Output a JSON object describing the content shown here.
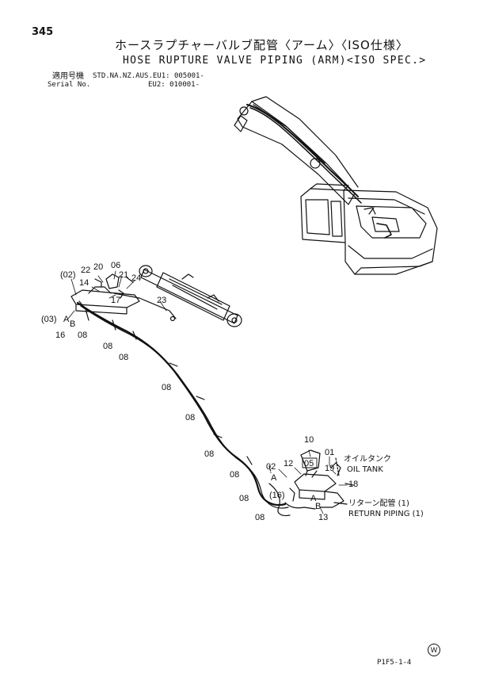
{
  "page": {
    "number": "345"
  },
  "title": {
    "japanese": "ホースラプチャーバルブ配管〈アーム〉〈ISO仕様〉",
    "english": "HOSE RUPTURE VALVE PIPING (ARM)<ISO SPEC.>"
  },
  "applicability": {
    "label_jp": "適用号機",
    "models": "STD.NA.NZ.AUS.EU1: 005001-",
    "serial_label": "Serial No.",
    "eu2": "EU2: 010001-"
  },
  "callouts": {
    "c02": "(02)",
    "c03": "(03)",
    "c22": "22",
    "c20": "20",
    "c06": "06",
    "c21": "21",
    "c24": "24",
    "c14": "14",
    "c17": "17",
    "c23": "23",
    "cA1": "A",
    "cB1": "B",
    "c16a": "16",
    "c08a": "08",
    "c08b": "08",
    "c08c": "08",
    "c08d": "08",
    "c08e": "08",
    "c08f": "08",
    "c08g": "08",
    "c08h": "08",
    "c08i": "08",
    "c10": "10",
    "c12": "12",
    "c05": "05",
    "c01": "01",
    "c19": "19",
    "c02b": "02",
    "cA2": "A",
    "c18": "18",
    "c16b": "(16)",
    "cA3": "A",
    "cB2": "B",
    "c13": "13"
  },
  "labels": {
    "oil_tank_jp": "オイルタンク",
    "oil_tank_en": "OIL TANK",
    "return_jp": "リターン配管 (1)",
    "return_en": "RETURN PIPING (1)"
  },
  "footer": {
    "w_mark": "W",
    "figure_code": "P1F5-1-4"
  }
}
